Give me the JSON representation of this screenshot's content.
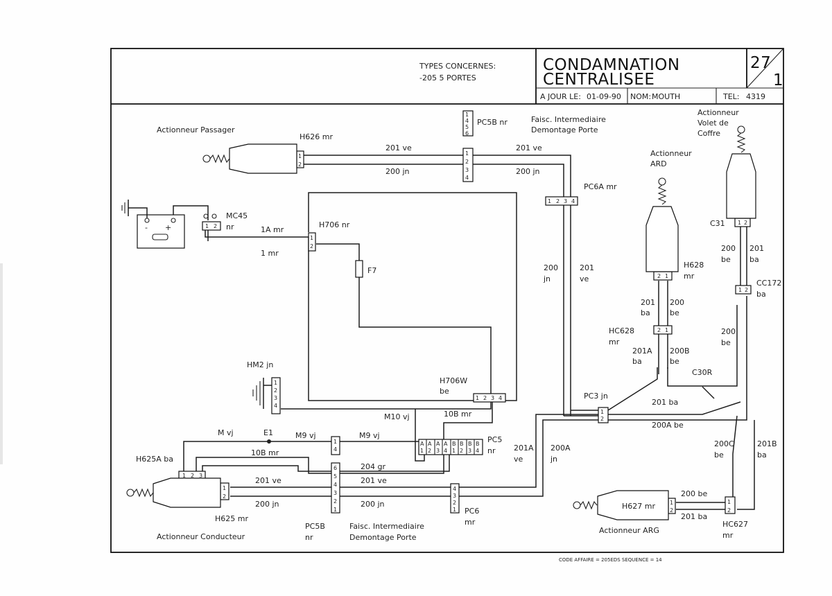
{
  "title_block": {
    "types_heading": "TYPES CONCERNES:",
    "types_value": "-205 5 PORTES",
    "title_line1": "CONDAMNATION",
    "title_line2": "CENTRALISEE",
    "sheet_number": "27",
    "sheet_index": "1",
    "update_label": "A JOUR LE:",
    "update_date": "01-09-90",
    "name_label": "NOM:",
    "name_value": "MOUTH",
    "tel_label": "TEL:",
    "tel_value": "4319"
  },
  "footer": {
    "code": "CODE AFFAIRE = 205EDS SEQUENCE = 14"
  },
  "components": {
    "actionneur_passager": "Actionneur Passager",
    "h626": "H626 mr",
    "pc5b_top": "PC5B nr",
    "faisc_top_1": "Faisc. Intermediaire",
    "faisc_top_2": "Demontage Porte",
    "pc6a": "PC6A mr",
    "mc45": "MC45",
    "mc45_color": "nr",
    "h706": "H706 nr",
    "f7": "F7",
    "actionneur_ard_1": "Actionneur",
    "actionneur_ard_2": "ARD",
    "actionneur_volet_1": "Actionneur",
    "actionneur_volet_2": "Volet de",
    "actionneur_volet_3": "Coffre",
    "c31": "C31",
    "h628": "H628",
    "h628_color": "mr",
    "cc172": "CC172",
    "cc172_color": "ba",
    "hc628": "HC628",
    "hc628_color": "mr",
    "hm2": "HM2 jn",
    "h706w": "H706W",
    "h706w_color": "be",
    "pc3": "PC3 jn",
    "c30r": "C30R",
    "e1": "E1",
    "pc5": "PC5",
    "pc5_color": "nr",
    "h625a": "H625A ba",
    "h625": "H625 mr",
    "actionneur_conducteur": "Actionneur Conducteur",
    "pc5b_bottom": "PC5B",
    "pc5b_bottom_color": "nr",
    "faisc_bottom_1": "Faisc. Intermediaire",
    "faisc_bottom_2": "Demontage Porte",
    "pc6": "PC6",
    "pc6_color": "mr",
    "h627": "H627 mr",
    "actionneur_arg": "Actionneur ARG",
    "hc627": "HC627",
    "hc627_color": "mr"
  },
  "wires": {
    "top_201_left": "201 ve",
    "top_201_right": "201 ve",
    "top_200_left": "200 jn",
    "top_200_right": "200 jn",
    "w1a": "1A mr",
    "w1": "1 mr",
    "v200": "200",
    "v200_color": "jn",
    "v201": "201",
    "v201_color": "ve",
    "ard_201": "201",
    "ard_201_color": "ba",
    "ard_200": "200",
    "ard_200_color": "be",
    "ard_201a": "201A",
    "ard_201a_color": "ba",
    "ard_200b": "200B",
    "ard_200b_color": "be",
    "c31_200": "200",
    "c31_200_color": "be",
    "c31_201": "201",
    "c31_201_color": "ba",
    "cc172_200": "200",
    "cc172_200_color": "be",
    "pc3_201": "201 ba",
    "pc3_200a": "200A be",
    "w200c": "200C",
    "w200c_color": "be",
    "w201b": "201B",
    "w201b_color": "ba",
    "m10": "M10 vj",
    "w10b_top": "10B mr",
    "mvj": "M vj",
    "m9_left": "M9 vj",
    "m9_right": "M9 vj",
    "w10b_bottom": "10B mr",
    "w204": "204 gr",
    "w201a": "201A",
    "w201a_color": "ve",
    "w200a": "200A",
    "w200a_color": "jn",
    "bot_201_left": "201 ve",
    "bot_201_right": "201 ve",
    "bot_200_left": "200 jn",
    "bot_200_right": "200 jn",
    "arg_200": "200 be",
    "arg_201": "201 ba"
  },
  "pins": {
    "p1": "1",
    "p2": "2",
    "p3": "3",
    "p4": "4",
    "p5": "5",
    "p6": "6",
    "a": "A",
    "b": "B",
    "batt_minus": "-",
    "batt_plus": "+"
  }
}
